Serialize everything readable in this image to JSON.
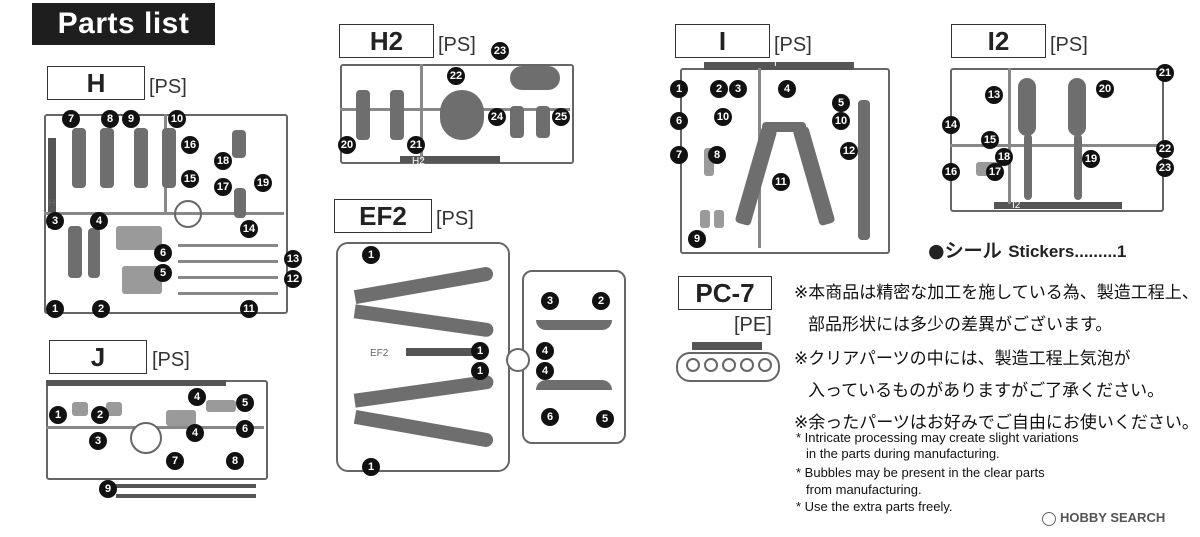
{
  "title": "Parts list",
  "runners": {
    "H": {
      "code": "H",
      "material": "[PS]",
      "label": "H"
    },
    "H2": {
      "code": "H2",
      "material": "[PS]",
      "label": "H2"
    },
    "EF2": {
      "code": "EF2",
      "material": "[PS]",
      "label": "EF2"
    },
    "I": {
      "code": "I",
      "material": "[PS]",
      "label": "I"
    },
    "I2": {
      "code": "I2",
      "material": "[PS]",
      "label": "I2"
    },
    "J": {
      "code": "J",
      "material": "[PS]",
      "label": "J"
    },
    "PC7": {
      "code": "PC-7",
      "material": "[PE]"
    }
  },
  "stickers": {
    "jp": "●シール",
    "en": "Stickers.........1"
  },
  "notes_jp": [
    "※本商品は精密な加工を施している為、製造工程上、",
    "部品形状には多少の差異がございます。",
    "※クリアパーツの中には、製造工程上気泡が",
    "入っているものがありますがご了承ください。",
    "※余ったパーツはお好みでご自由にお使いください。"
  ],
  "notes_en": [
    "* Intricate processing may create slight variations",
    "in the parts during manufacturing.",
    "* Bubbles may be present in the clear parts",
    "from manufacturing.",
    "* Use the extra parts freely."
  ],
  "watermark": "HOBBY SEARCH"
}
